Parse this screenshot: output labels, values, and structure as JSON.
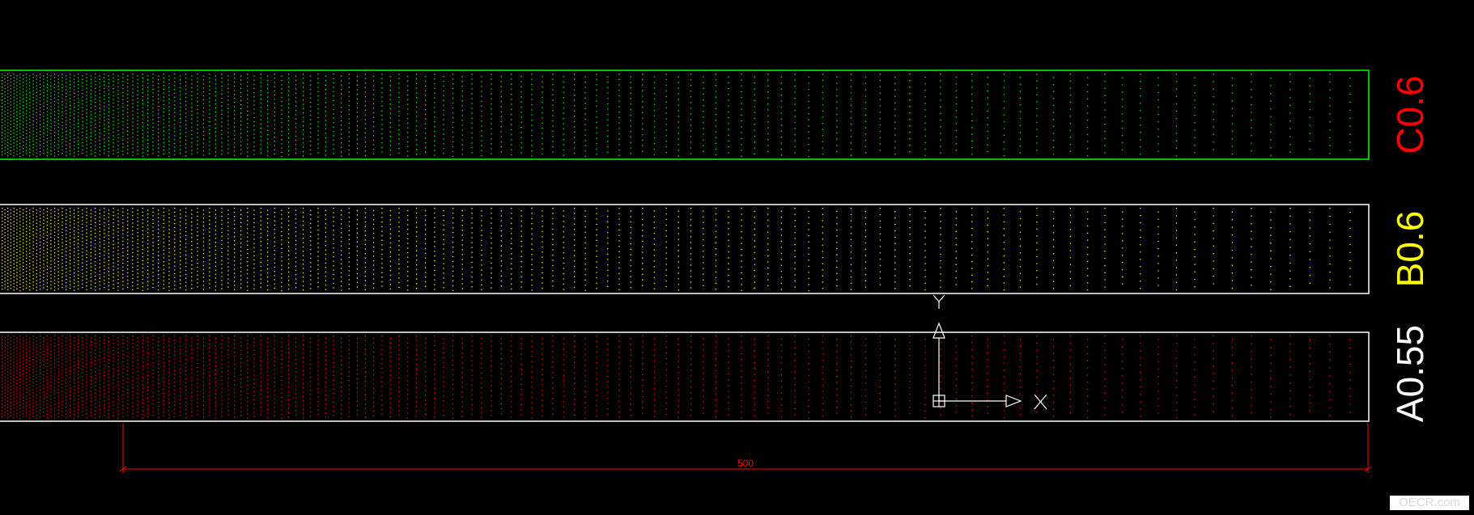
{
  "colors": {
    "background": "#000000",
    "green": "#00ff00",
    "yellow": "#ffff00",
    "red": "#ff0000",
    "white": "#ffffff",
    "ucs": "#ffffff"
  },
  "panels": [
    {
      "id": "c",
      "label": "C0.6",
      "label_color": "#ff0000",
      "border_color": "#00ff00",
      "dot_color": "#00ff00"
    },
    {
      "id": "b",
      "label": "B0.6",
      "label_color": "#ffff00",
      "border_color": "#ffffff",
      "dot_color": "#ffff00"
    },
    {
      "id": "a",
      "label": "A0.55",
      "label_color": "#ffffff",
      "border_color": "#ffffff",
      "dot_color": "#ff0000"
    }
  ],
  "dimension": {
    "value": "500",
    "color": "#ff0000"
  },
  "ucs_icon": {
    "x_label": "X",
    "y_label": "Y"
  },
  "watermark": {
    "text": "OECR.com"
  }
}
